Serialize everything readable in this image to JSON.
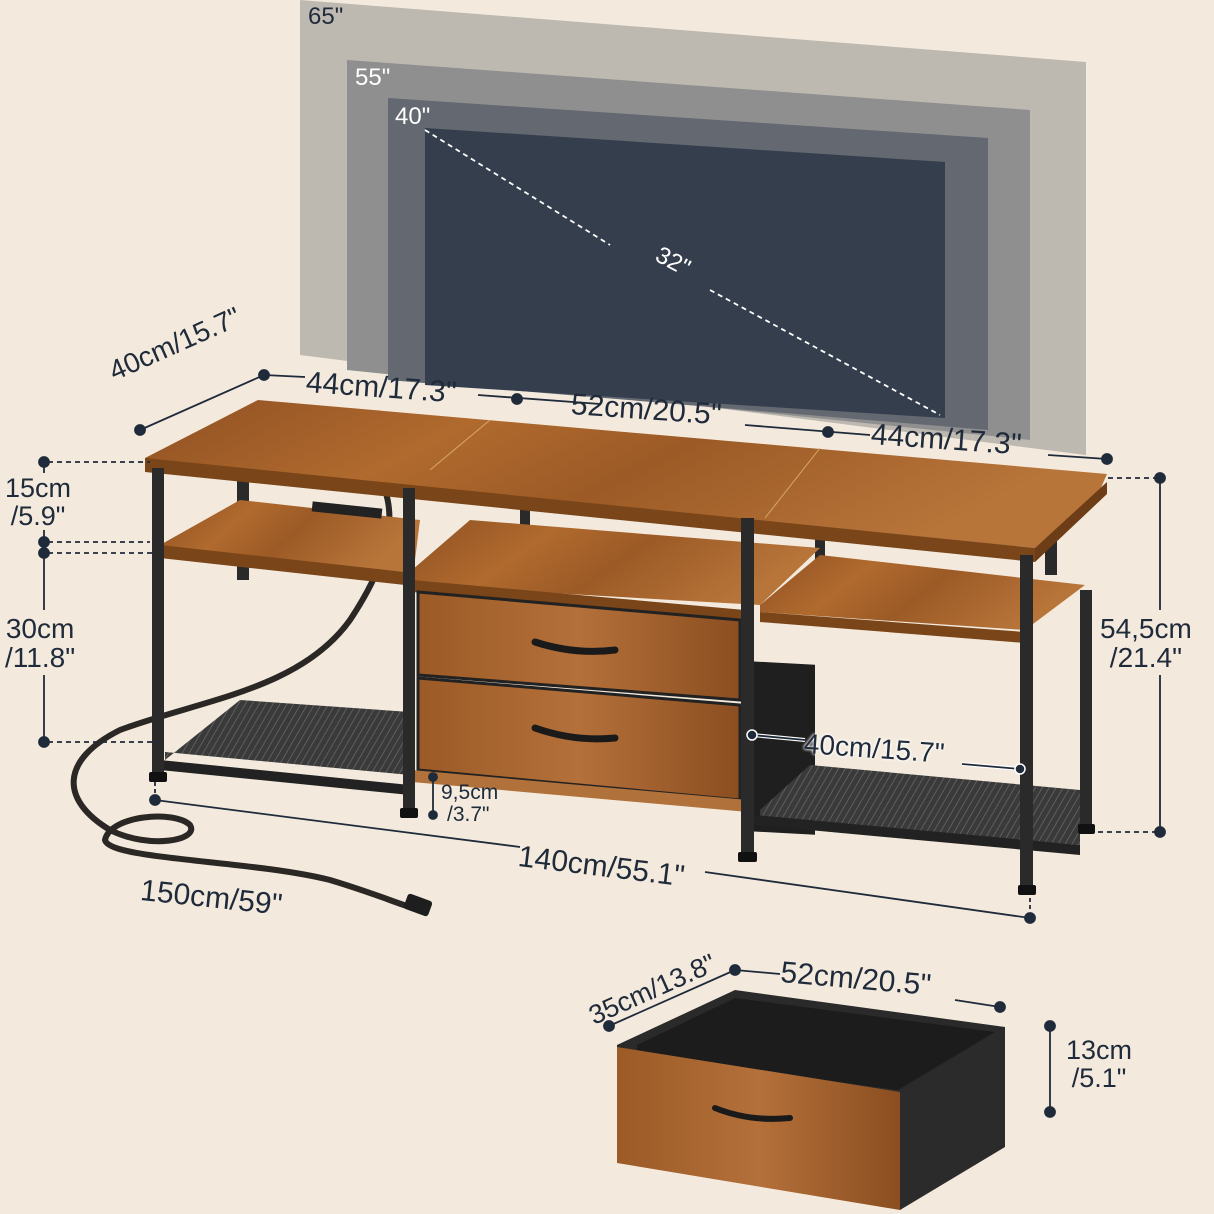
{
  "colors": {
    "background": "#f3eadd",
    "tv_65": "#bdb9b1",
    "tv_55": "#8f8f8f",
    "tv_40": "#636871",
    "tv_32": "#343e4c",
    "wood": "#a8642c",
    "wood_dark": "#7a4519",
    "frame": "#2a2a2a",
    "dimension_line": "#1f2a3a"
  },
  "tv_sizes": {
    "s65": "65\"",
    "s55": "55\"",
    "s40": "40\"",
    "s32": "32\""
  },
  "dimensions": {
    "depth_top": "40cm/15.7\"",
    "top_left_width": "44cm/17.3\"",
    "top_center_width": "52cm/20.5\"",
    "top_right_width": "44cm/17.3\"",
    "upper_shelf_gap_cm": "15cm",
    "upper_shelf_gap_in": "/5.9\"",
    "mid_shelf_gap_cm": "30cm",
    "mid_shelf_gap_in": "/11.8\"",
    "total_height_cm": "54,5cm",
    "total_height_in": "/21.4\"",
    "side_shelf_depth": "40cm/15.7\"",
    "ground_clearance_cm": "9,5cm",
    "ground_clearance_in": "/3.7\"",
    "total_width": "140cm/55.1\"",
    "cord_length": "150cm/59\""
  },
  "drawer": {
    "depth": "35cm/13.8\"",
    "width": "52cm/20.5\"",
    "height_cm": "13cm",
    "height_in": "/5.1\""
  }
}
